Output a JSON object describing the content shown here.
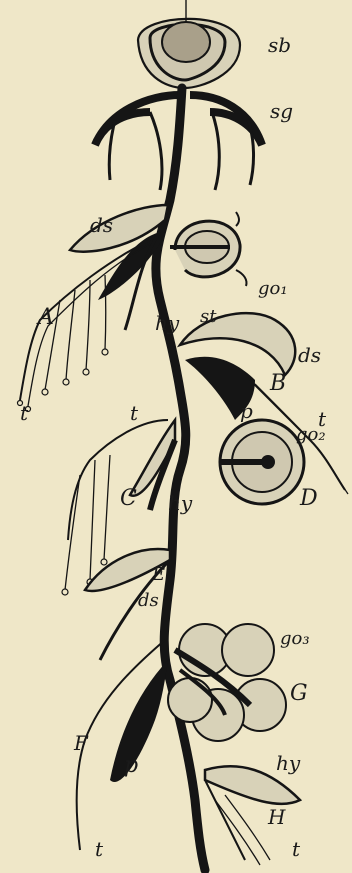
{
  "labels": {
    "sb": "sb",
    "sg": "sg",
    "ds_a": "ds",
    "go1": "go₁",
    "a": "A",
    "hy_a": "hy",
    "st": "st",
    "ds_b": "ds",
    "b": "B",
    "t_a": "t",
    "t_c": "t",
    "p_b": "p",
    "t_b": "t",
    "go2": "go₂",
    "c": "C",
    "hy_c": "hy",
    "d": "D",
    "e": "E",
    "ds_e": "ds",
    "go3": "go₃",
    "g": "G",
    "f": "F",
    "p_f": "p",
    "hy_h": "hy",
    "h": "H",
    "t_f": "t",
    "t_h": "t"
  },
  "colors": {
    "paper": "#efe7c8",
    "ink": "#151515",
    "shade": "#cfc8b0"
  }
}
